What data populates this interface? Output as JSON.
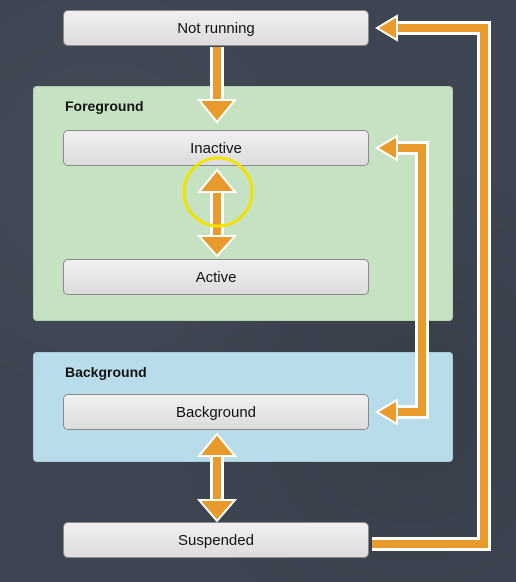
{
  "diagram": {
    "regions": {
      "foreground": {
        "label": "Foreground",
        "color": "#c6e2c2"
      },
      "background": {
        "label": "Background",
        "color": "#b9dcea"
      }
    },
    "states": {
      "not_running": "Not running",
      "inactive": "Inactive",
      "active": "Active",
      "background": "Background",
      "suspended": "Suspended"
    },
    "colors": {
      "arrow": "#e89a2c",
      "arrow_outline": "#ffffff",
      "highlight_circle": "#f2e200"
    }
  }
}
